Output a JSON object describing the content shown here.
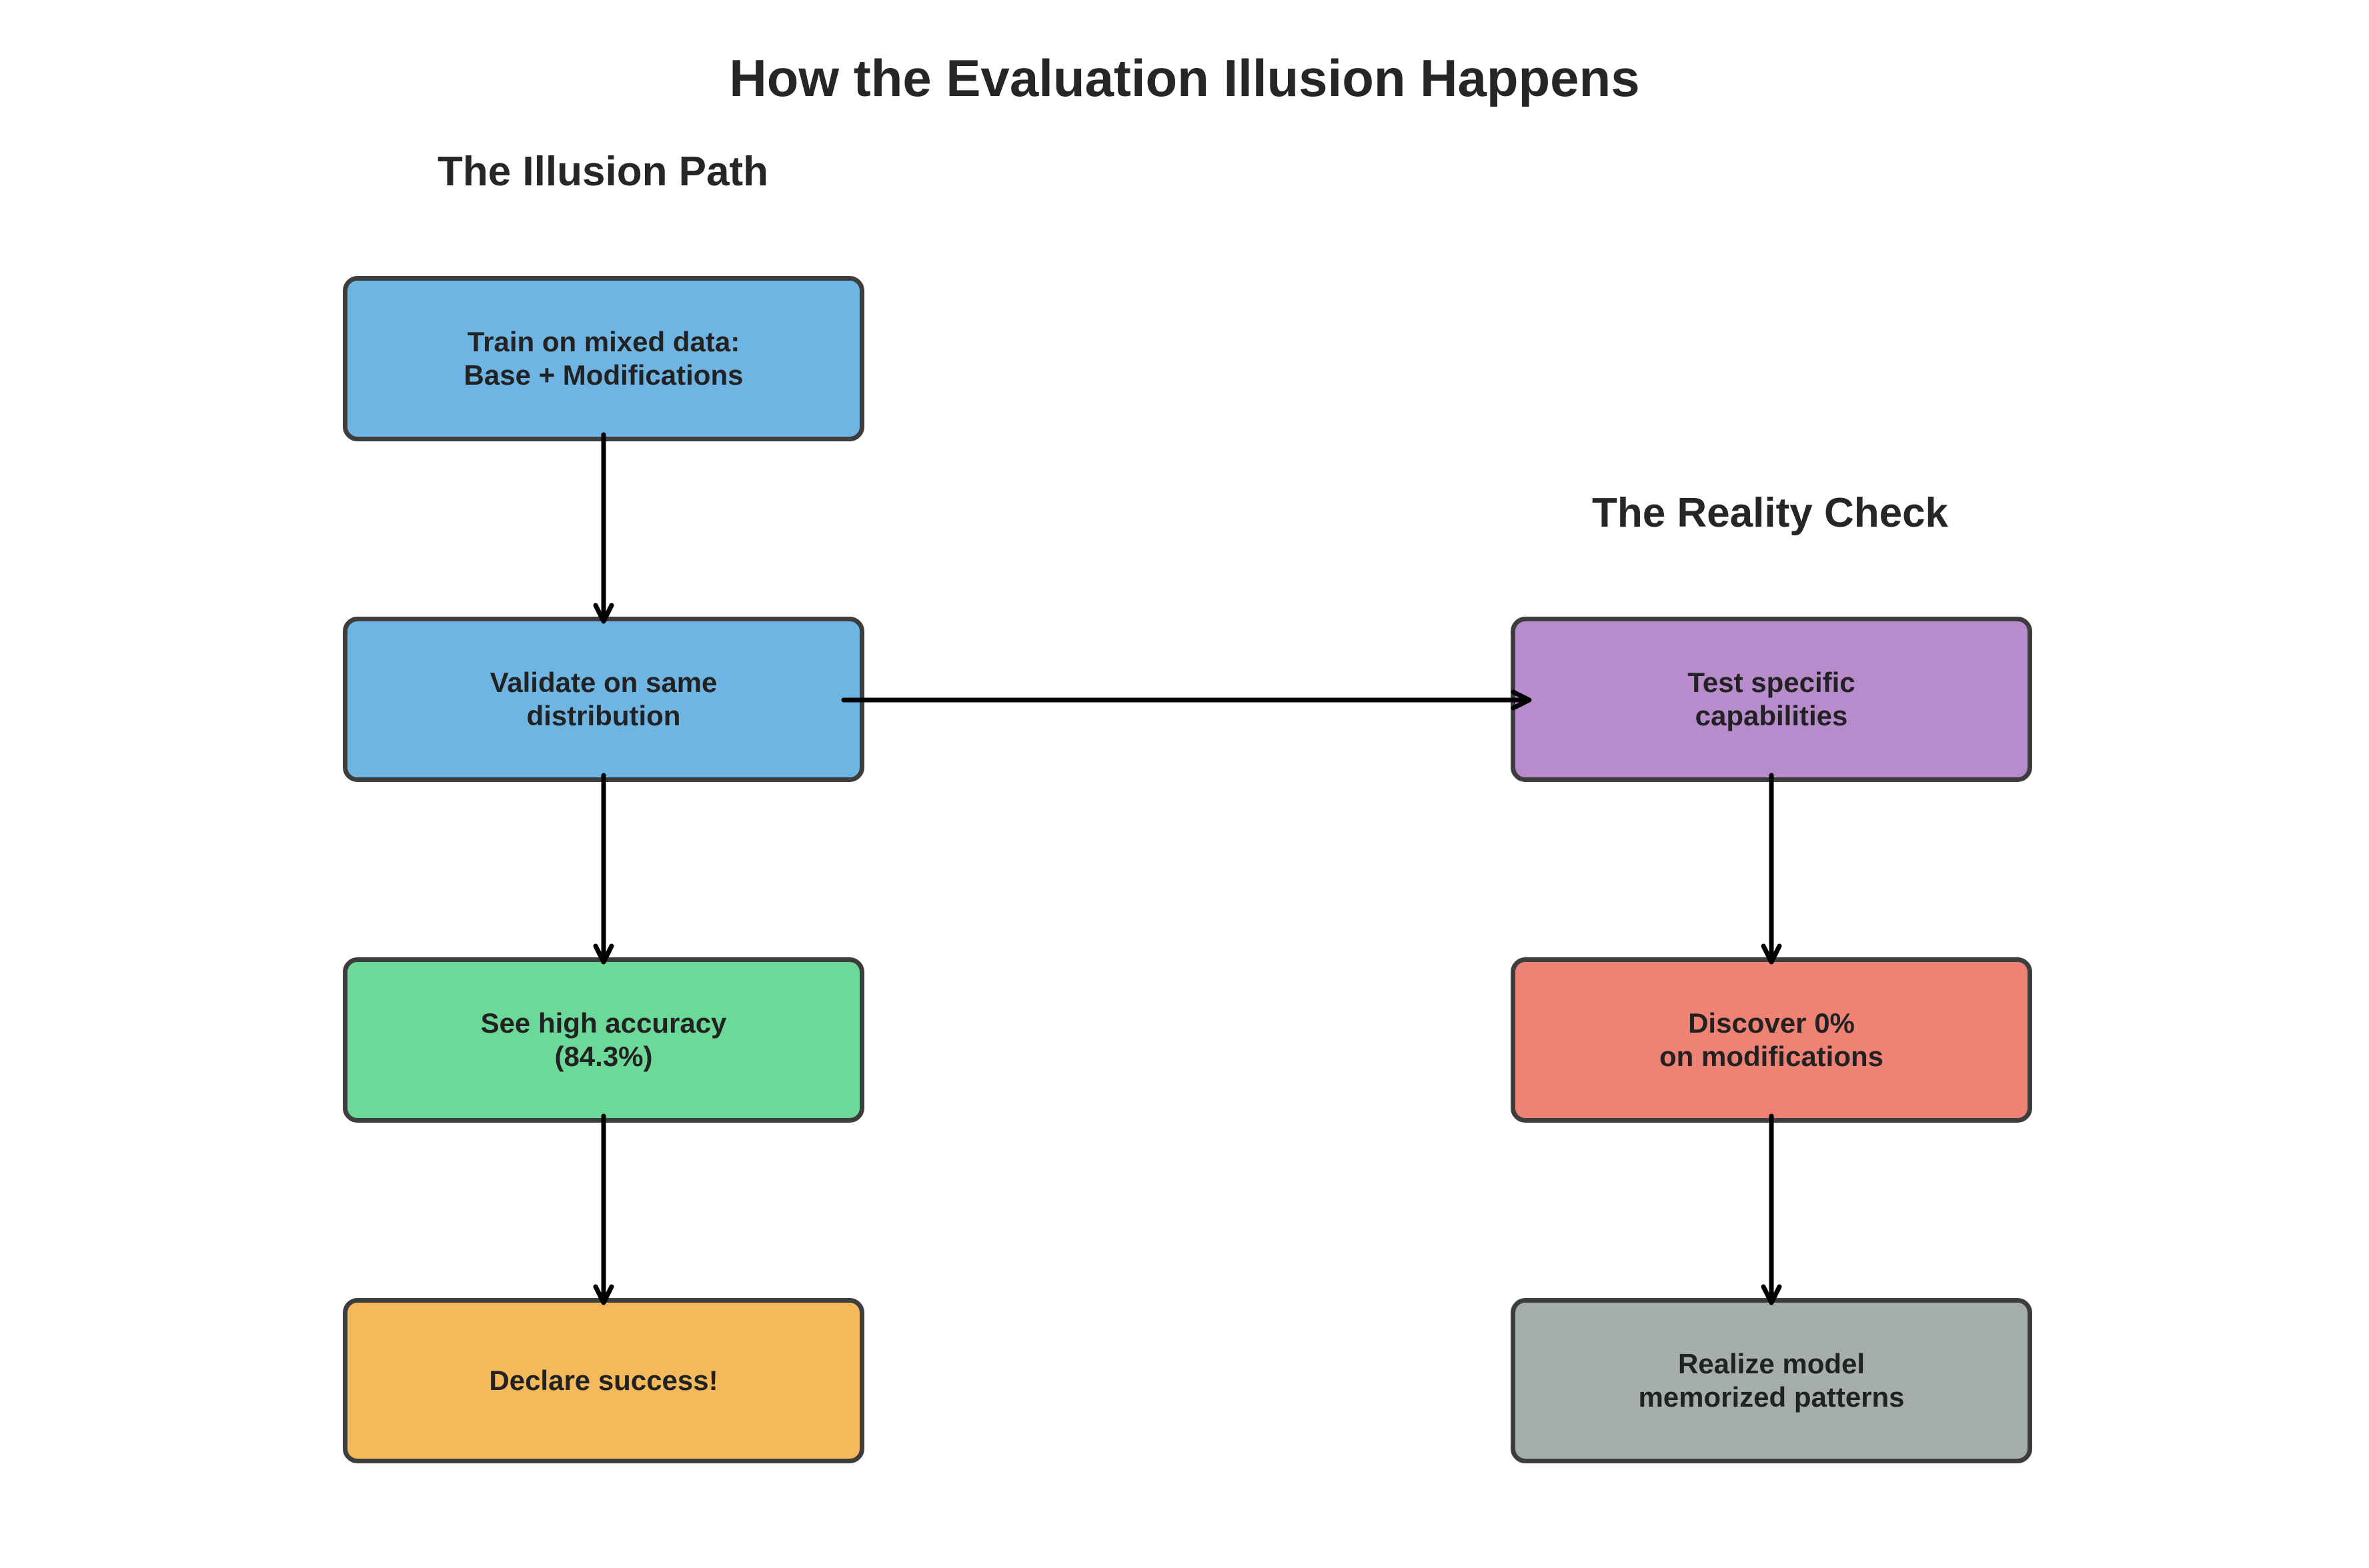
{
  "title": "How the Evaluation Illusion Happens",
  "illusion_path": {
    "heading": "The Illusion Path",
    "steps": [
      {
        "label": "Train on mixed data:\nBase + Modifications",
        "color": "#6fb5e3"
      },
      {
        "label": "Validate on same\ndistribution",
        "color": "#6fb5e3"
      },
      {
        "label": "See high accuracy\n(84.3%)",
        "color": "#6cd999"
      },
      {
        "label": "Declare success!",
        "color": "#f4b95a"
      }
    ]
  },
  "reality_check": {
    "heading": "The Reality Check",
    "steps": [
      {
        "label": "Test specific\ncapabilities",
        "color": "#b88bcc"
      },
      {
        "label": "Discover 0%\non modifications",
        "color": "#ed8275"
      },
      {
        "label": "Realize model\nmemorized patterns",
        "color": "#a6adad"
      }
    ]
  },
  "colors": {
    "box_border": "#3d3d3d",
    "arrow": "#000000",
    "text": "#222222"
  }
}
